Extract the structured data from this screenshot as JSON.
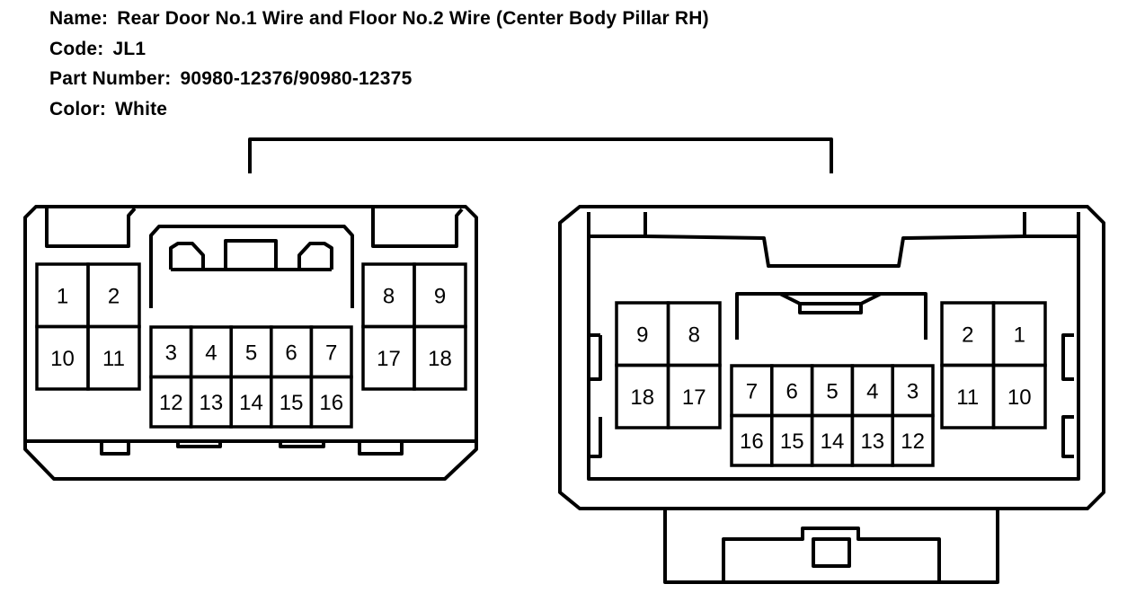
{
  "info": {
    "name_label": "Name:",
    "name_value": "Rear Door No.1 Wire and Floor No.2 Wire (Center Body Pillar RH)",
    "code_label": "Code:",
    "code_value": "JL1",
    "part_label": "Part Number:",
    "part_value": "90980-12376/90980-12375",
    "color_label": "Color:",
    "color_value": "White"
  },
  "left_connector": {
    "pins": [
      "1",
      "2",
      "10",
      "11",
      "3",
      "4",
      "5",
      "6",
      "7",
      "12",
      "13",
      "14",
      "15",
      "16",
      "8",
      "9",
      "17",
      "18"
    ]
  },
  "right_connector": {
    "pins": [
      "9",
      "8",
      "18",
      "17",
      "7",
      "6",
      "5",
      "4",
      "3",
      "16",
      "15",
      "14",
      "13",
      "12",
      "2",
      "1",
      "11",
      "10"
    ]
  }
}
